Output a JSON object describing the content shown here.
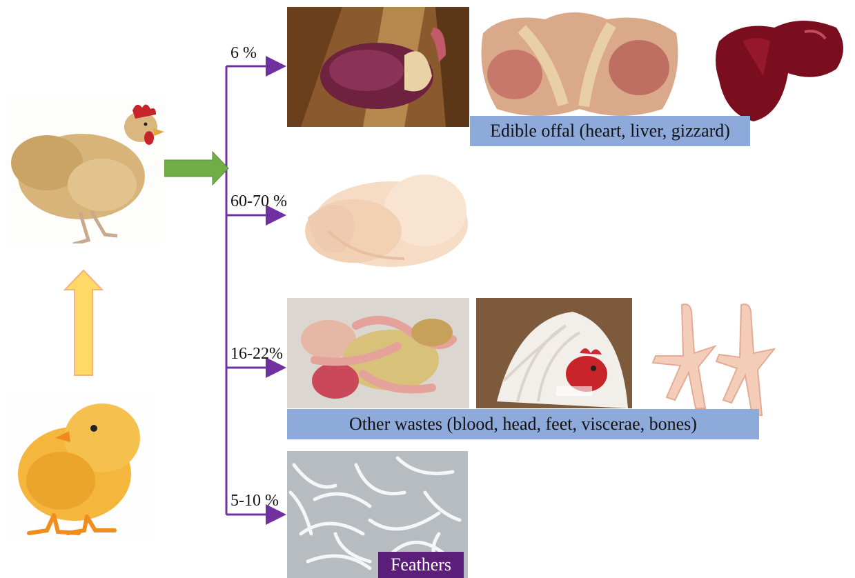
{
  "branches": [
    {
      "percent": "6 %"
    },
    {
      "percent": "60-70 %"
    },
    {
      "percent": "16-22%"
    },
    {
      "percent": "5-10 %"
    }
  ],
  "labels": {
    "edible_offal": "Edible offal  (heart, liver, gizzard)",
    "other_wastes": "Other wastes (blood, head, feet, viscerae, bones)",
    "feathers": "Feathers"
  },
  "images": {
    "hen": "hen-photo",
    "chick": "chick-photo",
    "heart": "heart-photo",
    "gizzard": "gizzard-photo",
    "liver": "liver-photo",
    "carcass": "carcass-photo",
    "viscera": "viscera-photo",
    "head": "head-photo",
    "feet": "feet-photo",
    "feathers": "feathers-photo"
  },
  "colors": {
    "flow_line": "#7030a0",
    "main_arrow": "#70ad47",
    "growth_arrow": "#ffd966",
    "label_box": "#8eaadb",
    "feathers_box": "#5b1f7a"
  }
}
